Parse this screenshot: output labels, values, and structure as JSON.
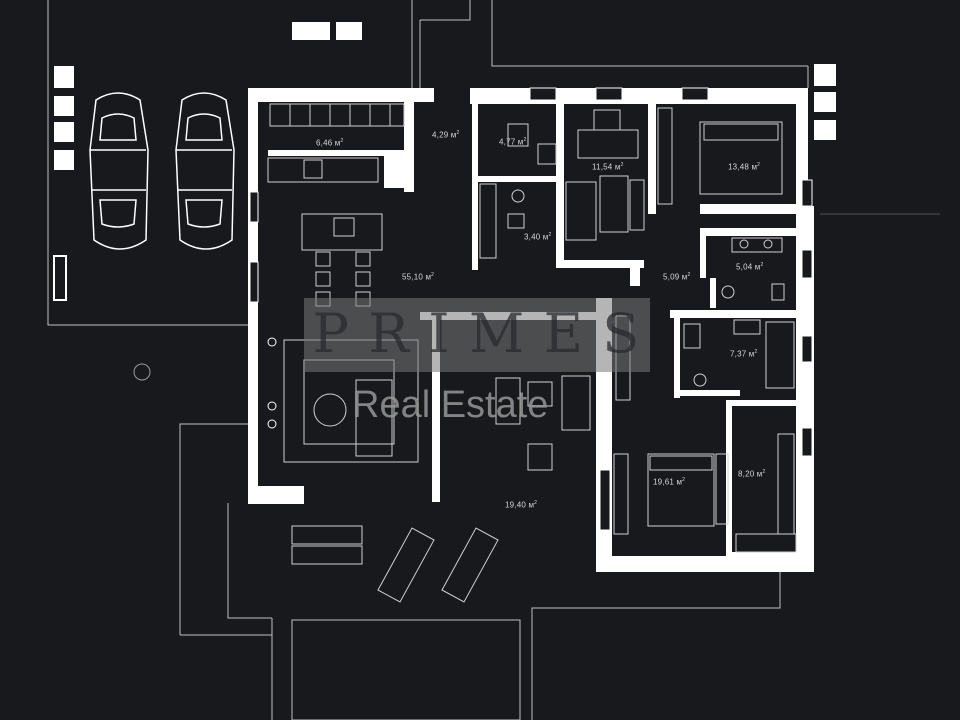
{
  "rooms": [
    {
      "id": "storage",
      "area": "6,46 м",
      "sup": "2"
    },
    {
      "id": "hall",
      "area": "4,29 м",
      "sup": "2"
    },
    {
      "id": "wc",
      "area": "4,77 м",
      "sup": "2"
    },
    {
      "id": "bath-small",
      "area": "3,40 м",
      "sup": "2"
    },
    {
      "id": "study",
      "area": "11,54 м",
      "sup": "2"
    },
    {
      "id": "bedroom-1",
      "area": "13,48 м",
      "sup": "2"
    },
    {
      "id": "living",
      "area": "55,10 м",
      "sup": "2"
    },
    {
      "id": "corridor",
      "area": "5,09 м",
      "sup": "2"
    },
    {
      "id": "bath-1",
      "area": "5,04 м",
      "sup": "2"
    },
    {
      "id": "bath-2",
      "area": "7,37 м",
      "sup": "2"
    },
    {
      "id": "bedroom-2",
      "area": "19,61 м",
      "sup": "2"
    },
    {
      "id": "wardrobe",
      "area": "8,20 м",
      "sup": "2"
    },
    {
      "id": "terrace",
      "area": "19,40 м",
      "sup": "2"
    }
  ],
  "watermark": {
    "letters": [
      "P",
      "R",
      "I",
      "M",
      "E",
      "S"
    ],
    "subtitle": "Real Estate"
  },
  "colors": {
    "background": "#17191d",
    "walls": "#ffffff",
    "lines": "#cfcfcf"
  }
}
